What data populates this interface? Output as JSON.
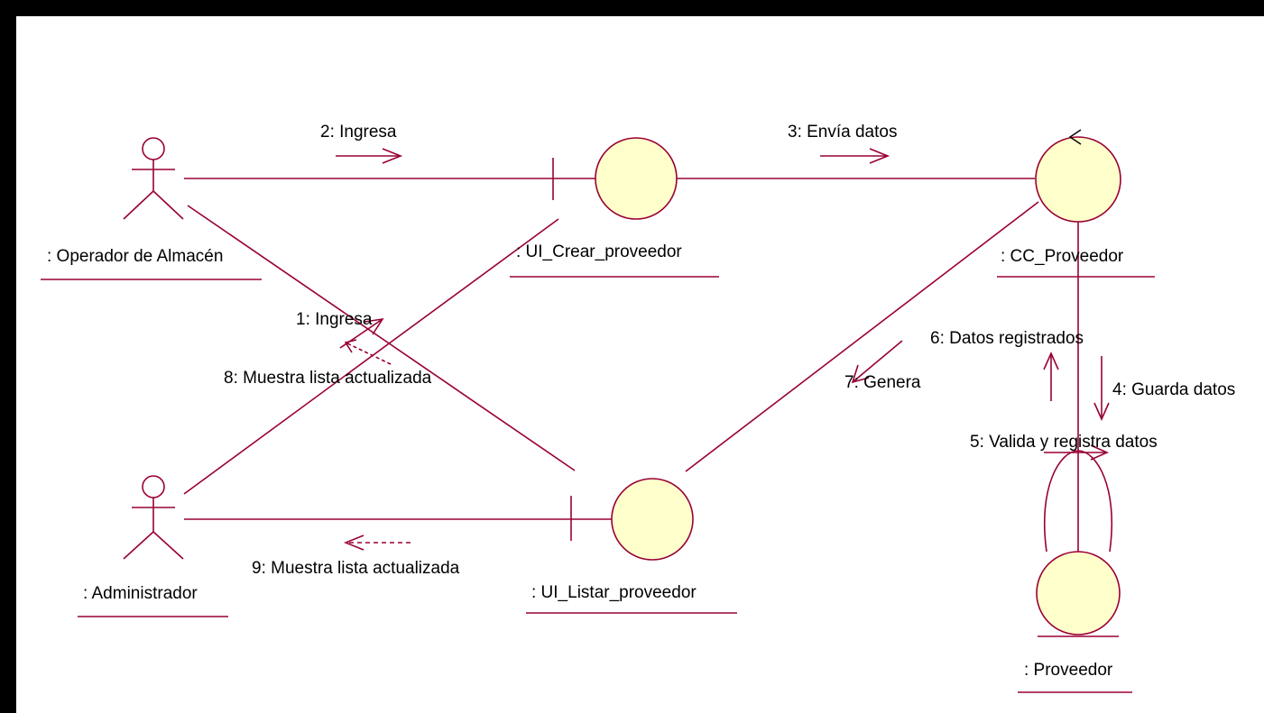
{
  "colors": {
    "line": "#990033",
    "node_fill": "#ffffcc",
    "frame": "#000000",
    "background": "#ffffff"
  },
  "objects": {
    "operador": ": Operador de Almacén",
    "administrador": ": Administrador",
    "ui_crear": ": UI_Crear_proveedor",
    "ui_listar": ": UI_Listar_proveedor",
    "cc_proveedor": ": CC_Proveedor",
    "proveedor": ": Proveedor"
  },
  "messages": {
    "m1": "1: Ingresa",
    "m2": "2: Ingresa",
    "m3": "3: Envía datos",
    "m4": "4: Guarda datos",
    "m5": "5: Valida y registra datos",
    "m6": "6: Datos registrados",
    "m7": "7: Genera",
    "m8": "8: Muestra lista actualizada",
    "m9": "9: Muestra lista actualizada"
  },
  "icons": {
    "actor": "actor-stick-figure-icon",
    "boundary": "boundary-object-icon",
    "control": "control-object-icon",
    "entity": "entity-object-icon"
  }
}
